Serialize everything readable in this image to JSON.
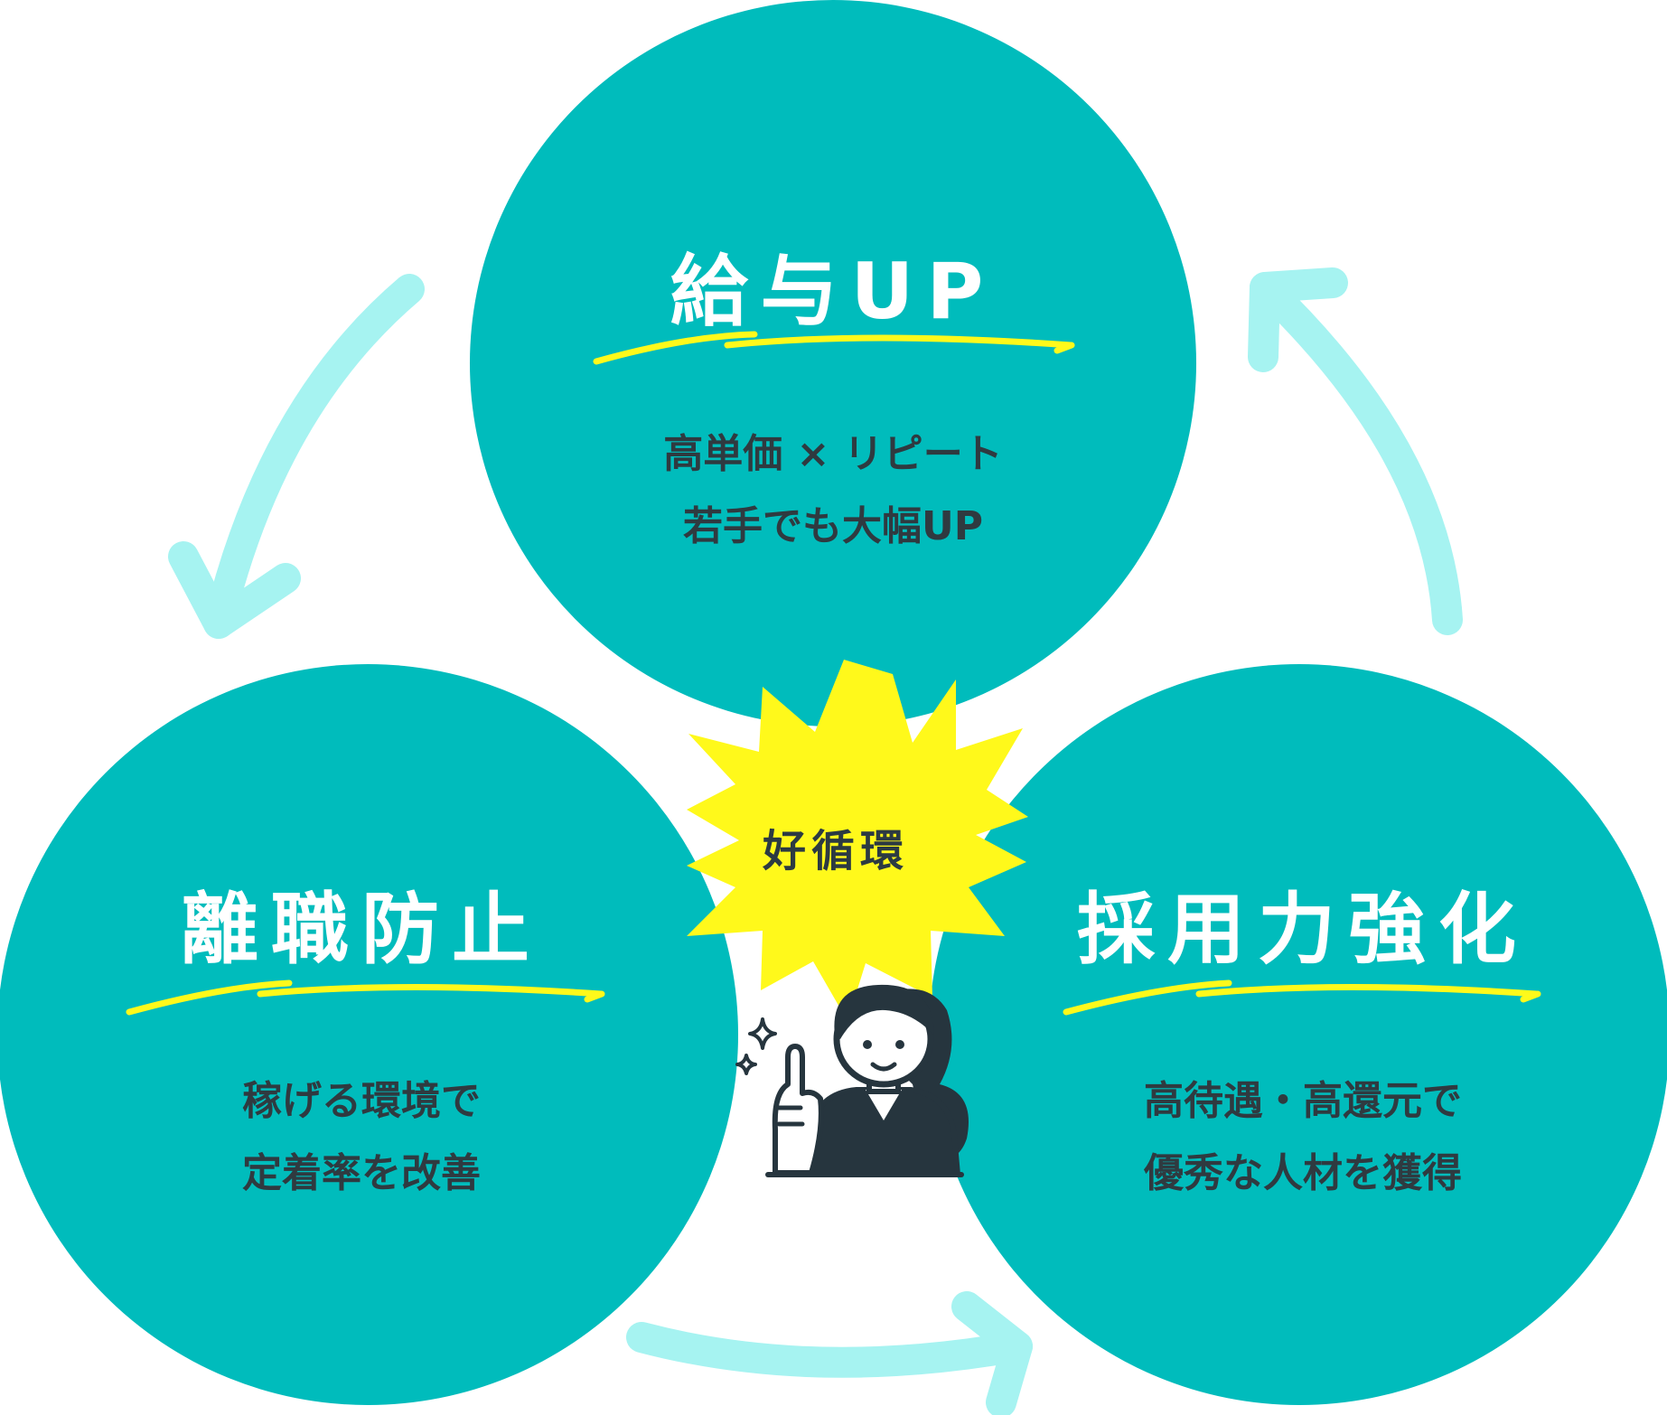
{
  "colors": {
    "circle": "#00bcbc",
    "arrow": "#a6f3f1",
    "starburst": "#fff91b",
    "underline": "#fff91b",
    "title_text": "#ffffff",
    "desc_text": "#2f3a40",
    "figure_dark": "#26353e"
  },
  "center": {
    "label": "好循環",
    "character_icon": "person-pointing-icon",
    "sparkle_icon": "sparkle-icon"
  },
  "nodes": [
    {
      "id": "salary",
      "title": "給与UP",
      "lines": [
        "高単価 × リピート",
        "若手でも大幅UP"
      ]
    },
    {
      "id": "retention",
      "title": "離職防止",
      "lines": [
        "稼げる環境で",
        "定着率を改善"
      ]
    },
    {
      "id": "recruit",
      "title": "採用力強化",
      "lines": [
        "高待遇・高還元で",
        "優秀な人材を獲得"
      ]
    }
  ]
}
